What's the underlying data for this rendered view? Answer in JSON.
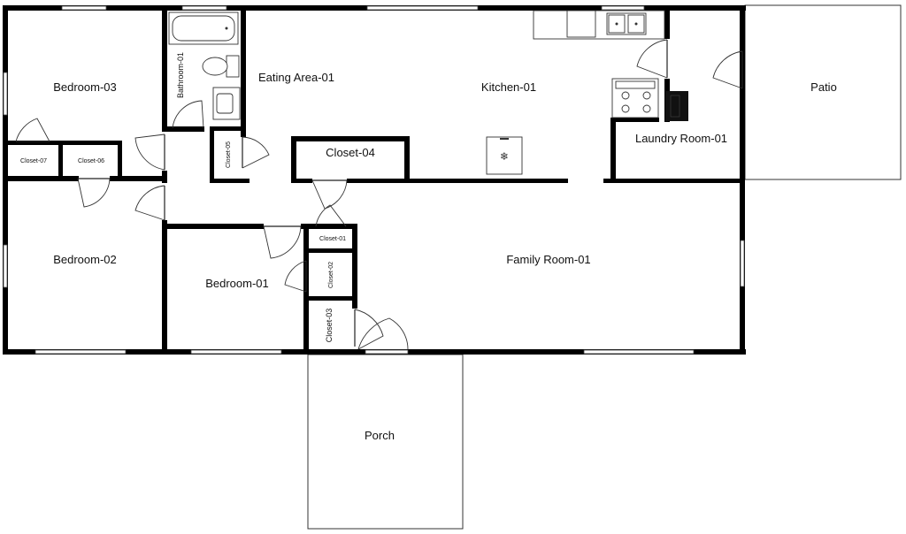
{
  "rooms": {
    "bedroom_03": "Bedroom-03",
    "bathroom_01": "Bathroom-01",
    "eating_area_01": "Eating Area-01",
    "kitchen_01": "Kitchen-01",
    "patio": "Patio",
    "laundry_room_01": "Laundry Room-01",
    "closet_04": "Closet-04",
    "closet_05": "Closet-05",
    "closet_07": "Closet-07",
    "closet_06": "Closet-06",
    "bedroom_02": "Bedroom-02",
    "bedroom_01": "Bedroom-01",
    "closet_01": "Closet-01",
    "closet_02": "Closet-02",
    "closet_03": "Closet-03",
    "family_room_01": "Family Room-01",
    "porch": "Porch"
  }
}
